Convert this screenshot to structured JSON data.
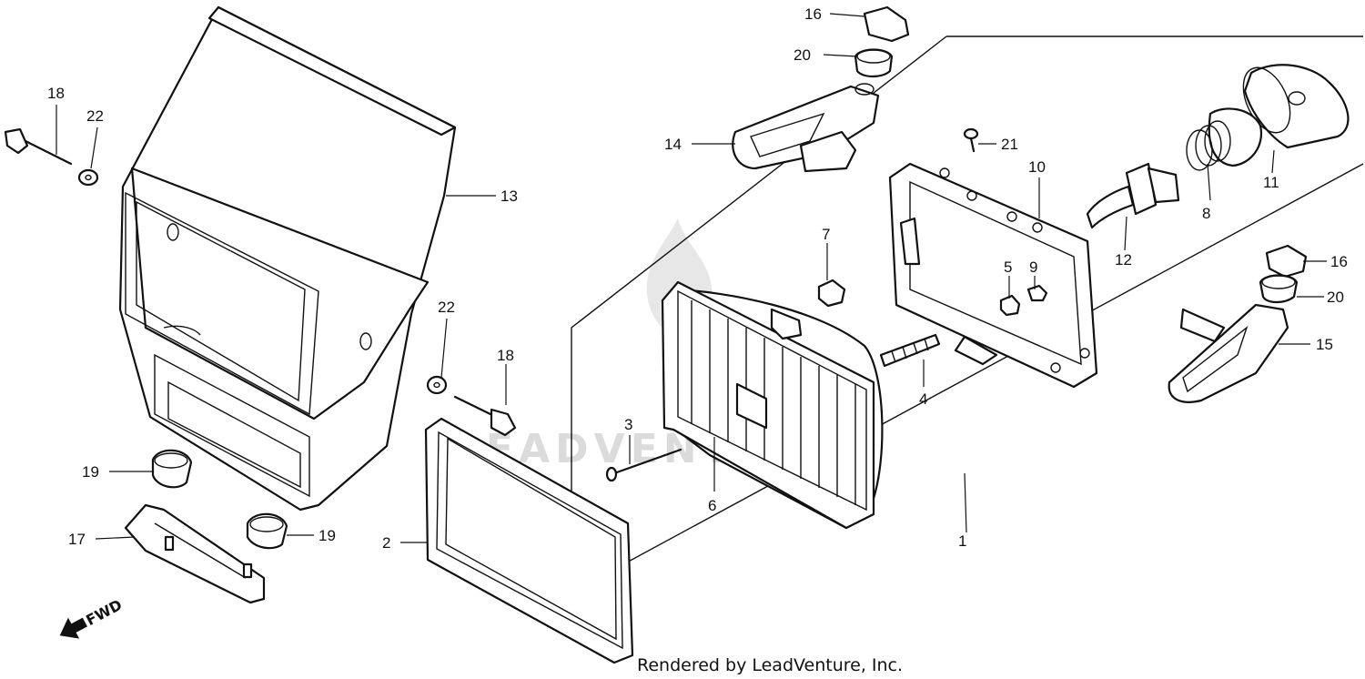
{
  "diagram": {
    "credit": "Rendered by LeadVenture, Inc.",
    "watermark": "LEADVENTURE",
    "direction_arrow": "FWD",
    "callouts": {
      "c1": "1",
      "c2": "2",
      "c3": "3",
      "c4": "4",
      "c5": "5",
      "c6": "6",
      "c7": "7",
      "c8": "8",
      "c9": "9",
      "c10": "10",
      "c11": "11",
      "c12": "12",
      "c13": "13",
      "c14": "14",
      "c15": "15",
      "c16a": "16",
      "c16b": "16",
      "c17": "17",
      "c18a": "18",
      "c18b": "18",
      "c19a": "19",
      "c19b": "19",
      "c20a": "20",
      "c20b": "20",
      "c21": "21",
      "c22a": "22",
      "c22b": "22"
    }
  }
}
